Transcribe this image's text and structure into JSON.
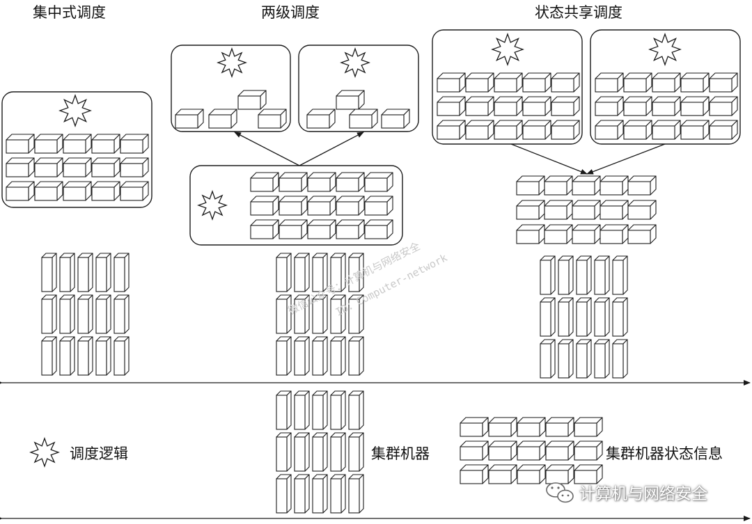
{
  "titles": {
    "centralized": "集中式调度",
    "two_level": "两级调度",
    "shared_state": "状态共享调度"
  },
  "legend": {
    "scheduler": "调度逻辑",
    "machines": "集群机器",
    "state": "集群机器状态信息"
  },
  "watermark": {
    "line1": "微信公众号：计算机与网络安全",
    "line2": "ID：Computer-network"
  },
  "brand": {
    "name": "计算机与网络安全",
    "icon": "wechat-icon"
  },
  "colors": {
    "line": "#1a1a1a",
    "fill": "#ffffff",
    "watermark": "#c9c9c9"
  }
}
